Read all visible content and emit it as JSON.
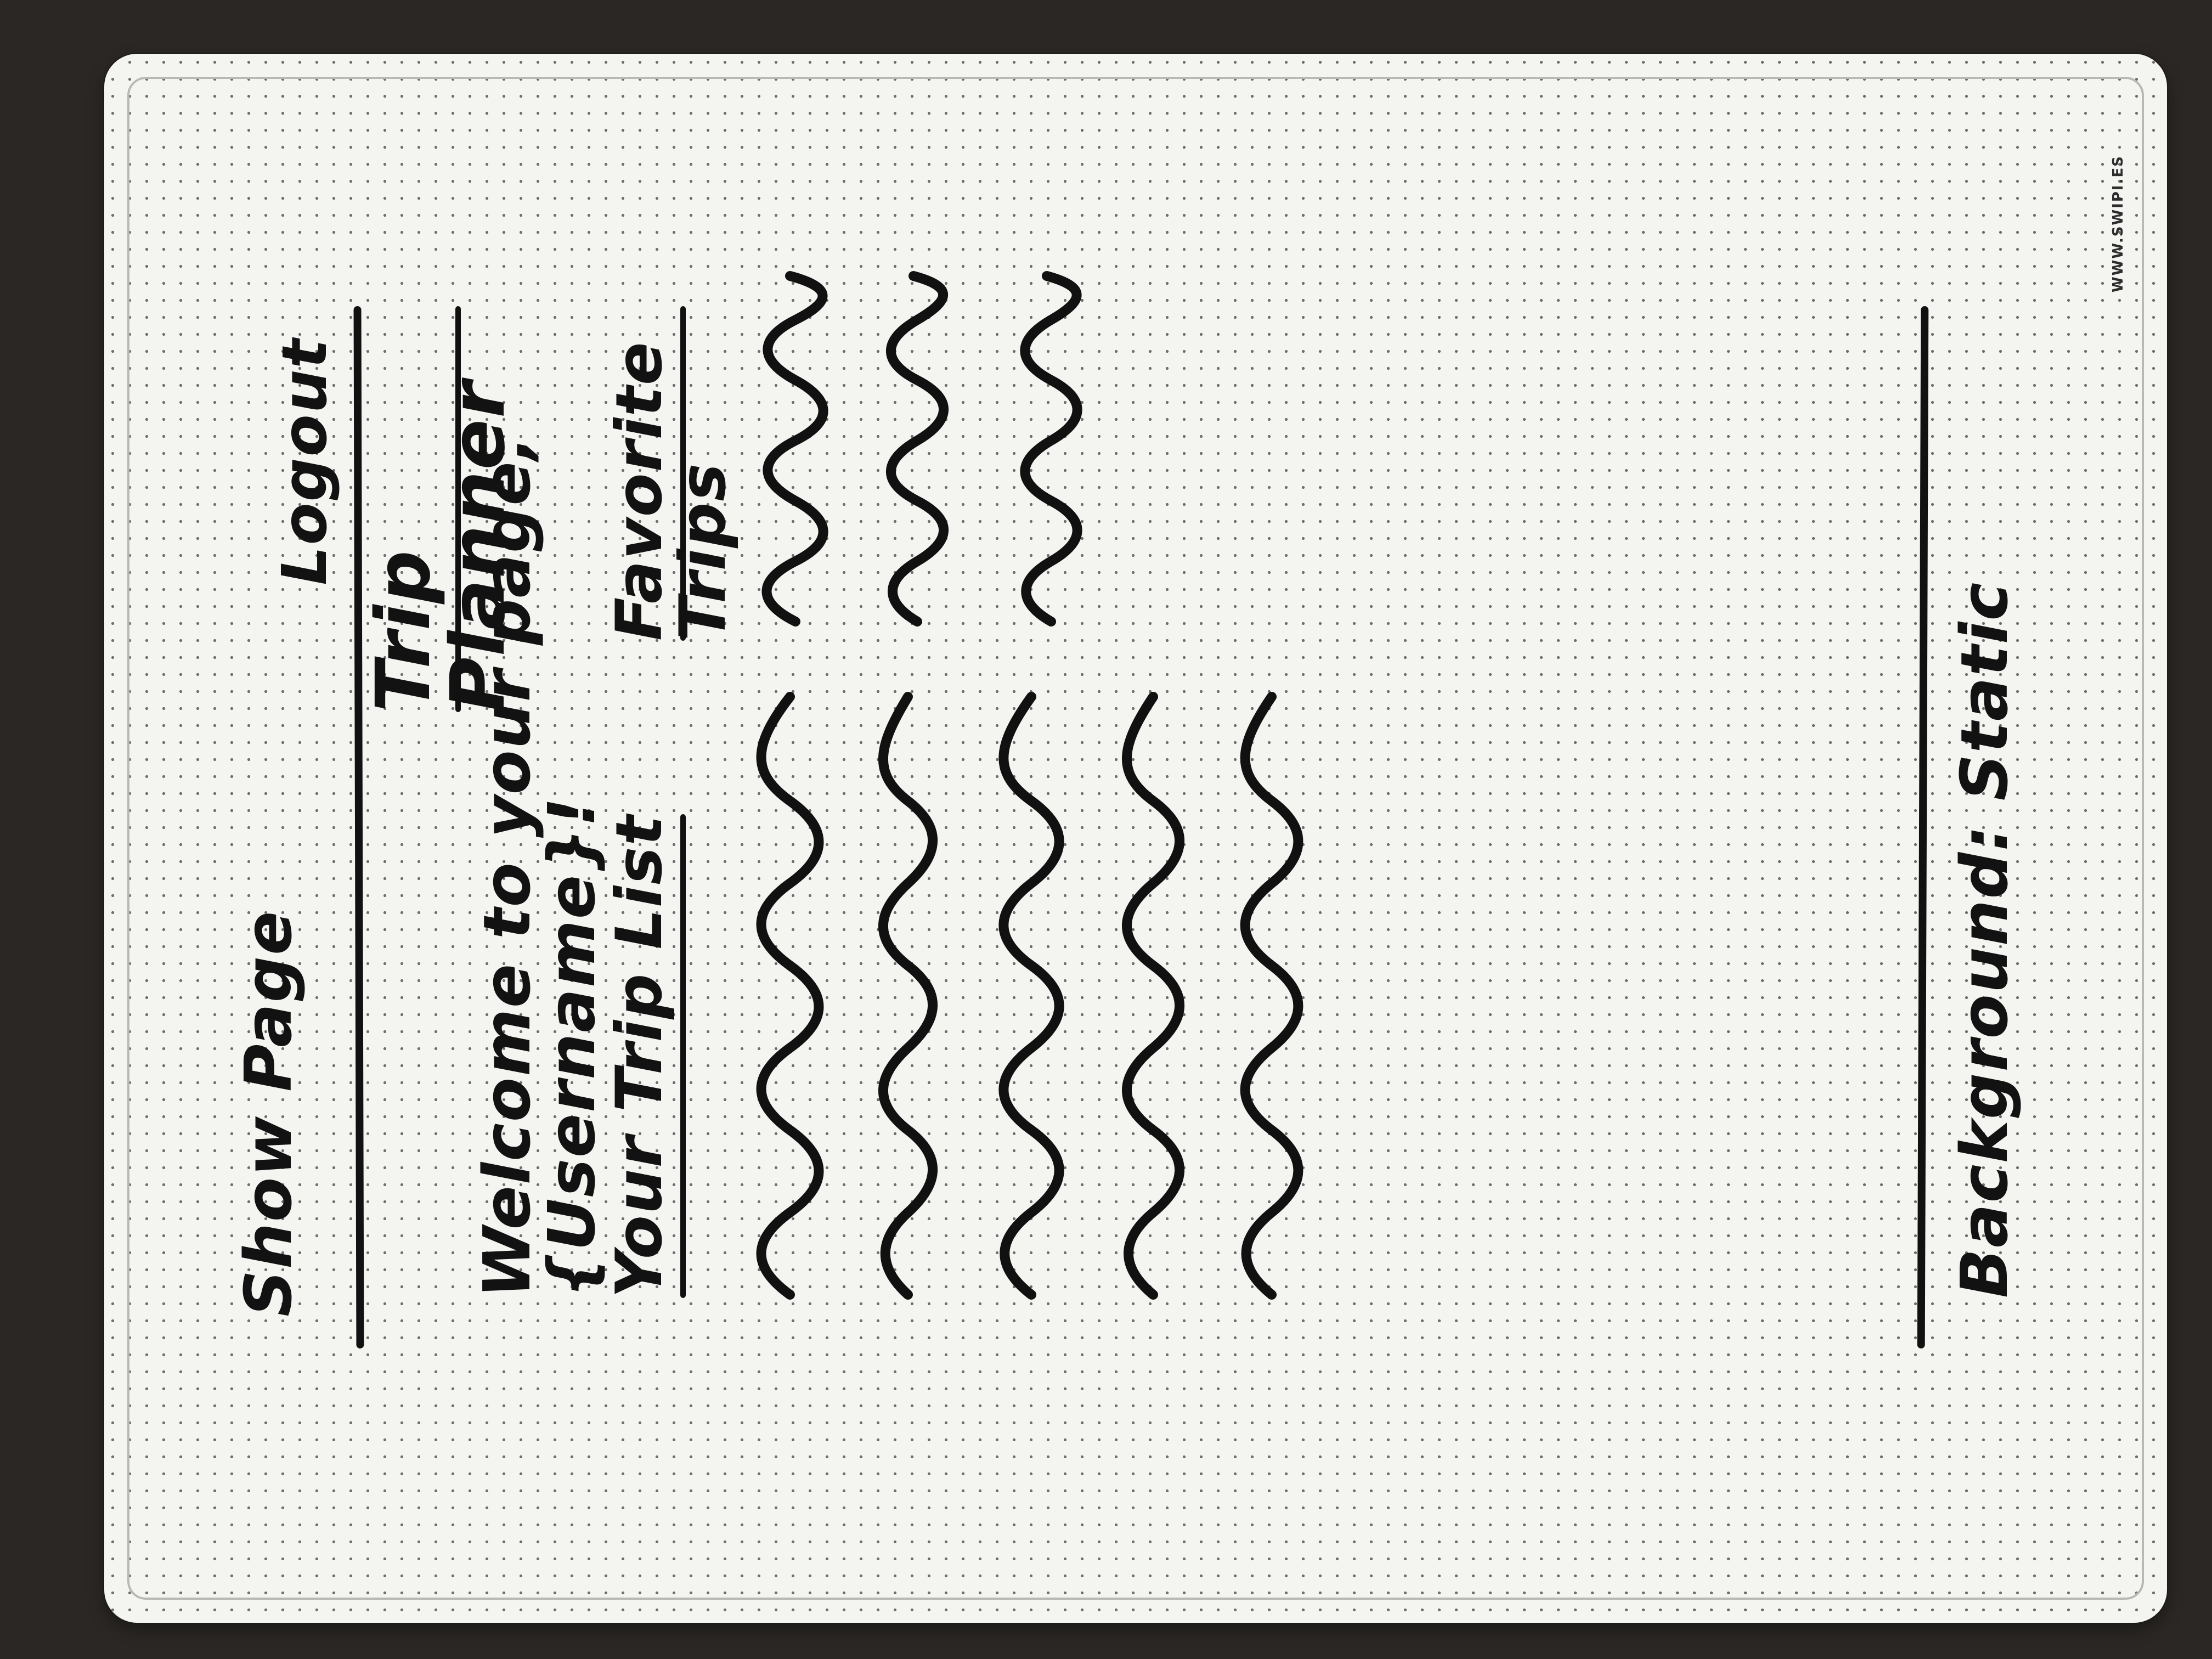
{
  "board": {
    "brand_text": "WWW.SWIPI.ES"
  },
  "sketch": {
    "page_name": "Show Page",
    "logout_label": "Logout",
    "title": "Trip Planner",
    "welcome_text": "Welcome to your page, {Username}!",
    "trip_list_title": "Your Trip List",
    "favorite_trips_title": "Favorite Trips",
    "background_note": "Background: Static"
  },
  "colors": {
    "board": "#f4f4f1",
    "ink": "#111111",
    "frame": "#2a2724"
  }
}
